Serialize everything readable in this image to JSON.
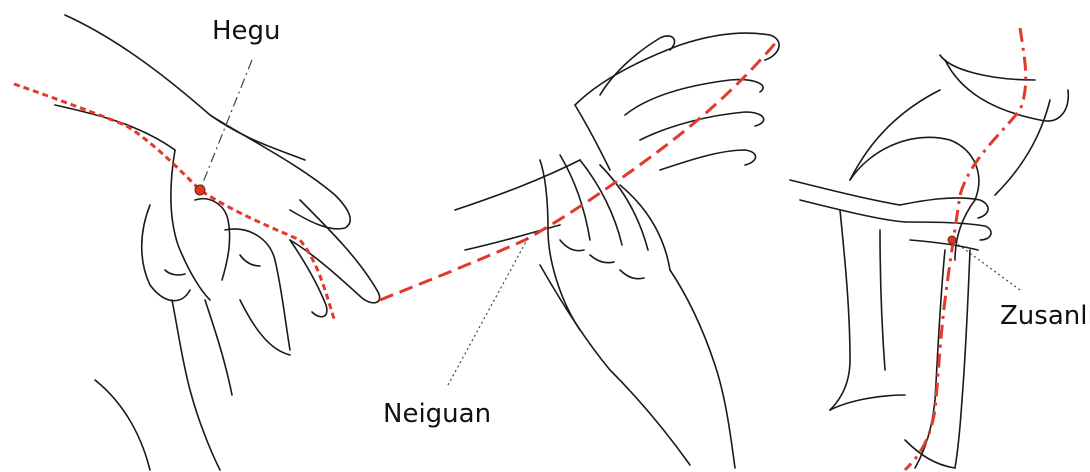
{
  "labels": {
    "hegu": "Hegu",
    "neiguan": "Neiguan",
    "zusanli": "Zusanli"
  },
  "colors": {
    "meridian": "#e03a2a",
    "point": "#d83a26",
    "ink": "#1a1a1a"
  },
  "panels": [
    {
      "name": "hand-pressing-hegu",
      "point": "Hegu"
    },
    {
      "name": "wrist-pressing-neiguan",
      "point": "Neiguan"
    },
    {
      "name": "leg-pressing-zusanli",
      "point": "Zusanli"
    }
  ]
}
